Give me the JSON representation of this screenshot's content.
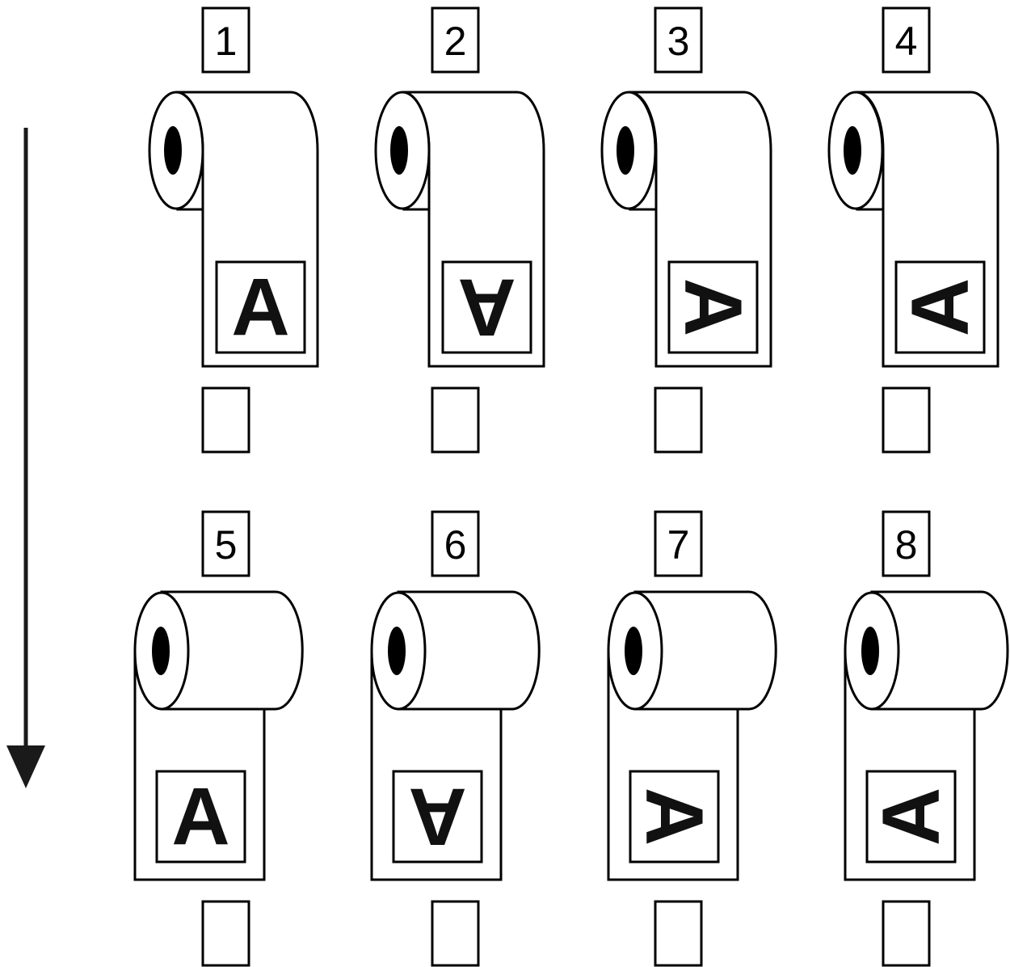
{
  "colors": {
    "stroke": "#000000",
    "fill": "#ffffff",
    "arrow": "#1a1a1a"
  },
  "feed_arrow": {
    "icon": "arrow-down-icon"
  },
  "rolls": [
    {
      "number": "1",
      "letter": "A",
      "rotation": 0,
      "unwind": "top"
    },
    {
      "number": "2",
      "letter": "A",
      "rotation": 180,
      "unwind": "top"
    },
    {
      "number": "3",
      "letter": "A",
      "rotation": 90,
      "unwind": "top"
    },
    {
      "number": "4",
      "letter": "A",
      "rotation": -90,
      "unwind": "top"
    },
    {
      "number": "5",
      "letter": "A",
      "rotation": 0,
      "unwind": "bottom"
    },
    {
      "number": "6",
      "letter": "A",
      "rotation": 180,
      "unwind": "bottom"
    },
    {
      "number": "7",
      "letter": "A",
      "rotation": 90,
      "unwind": "bottom"
    },
    {
      "number": "8",
      "letter": "A",
      "rotation": -90,
      "unwind": "bottom"
    }
  ]
}
